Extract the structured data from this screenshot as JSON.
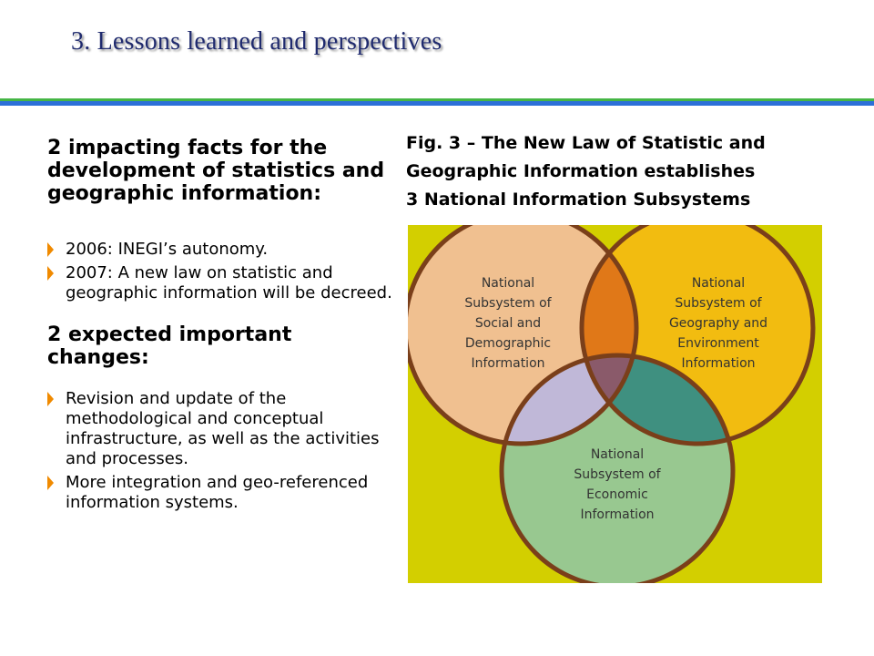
{
  "slide": {
    "title": "3. Lessons learned and perspectives"
  },
  "left": {
    "heading1": "2 impacting facts for the development of statistics and geographic information:",
    "facts": [
      "2006: INEGI’s autonomy.",
      "2007: A new law on statistic and geographic information will be decreed."
    ],
    "heading2": "2 expected important changes:",
    "changes": [
      "Revision and update of the methodological and conceptual infrastructure, as well as the activities and processes.",
      "More integration and geo-referenced information systems."
    ]
  },
  "figure": {
    "caption_lines": [
      "Fig. 3 – The New Law of Statistic and",
      "Geographic Information establishes",
      "3 National Information Subsystems"
    ],
    "social_lines": [
      "National",
      "Subsystem of",
      "Social and",
      "Demographic",
      "Information"
    ],
    "geo_lines": [
      "National",
      "Subsystem of",
      "Geography and",
      "Environment",
      "Information"
    ],
    "econ_lines": [
      "National",
      "Subsystem of",
      "Economic",
      "Information"
    ],
    "colors": {
      "background": "#d3cf00",
      "social": "#f0c090",
      "geography": "#f2bc10",
      "economic": "#98c890",
      "social_geo_overlap": "#e07818",
      "social_econ_overlap": "#c0b8d8",
      "geo_econ_overlap": "#3f9080",
      "outline": "#7a3f1a",
      "bullet": "#f08a00",
      "title": "#1f2a6e"
    }
  }
}
